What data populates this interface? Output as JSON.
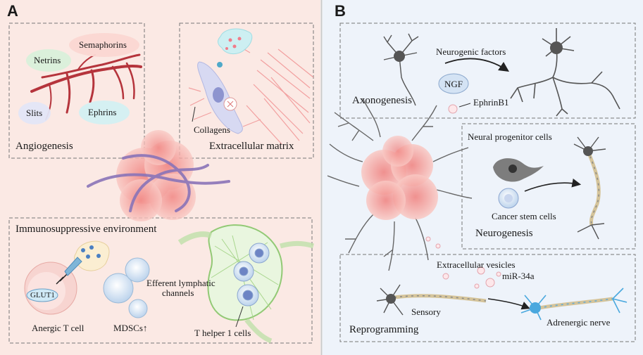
{
  "panel_a": {
    "letter": "A",
    "angiogenesis": {
      "title": "Angiogenesis",
      "netrins": "Netrins",
      "semaphorins": "Semaphorins",
      "slits": "Slits",
      "ephrins": "Ephrins"
    },
    "ecm": {
      "title": "Extracellular matrix",
      "collagens": "Collagens"
    },
    "immuno": {
      "title": "Immunosuppressive environment",
      "glut1": "GLUT1",
      "anergic": "Anergic T cell",
      "mdscs": "MDSCs",
      "mdscs_arrow": "↑",
      "efferent_line1": "Efferent lymphatic",
      "efferent_line2": "channels",
      "th1": "T helper 1 cells"
    }
  },
  "panel_b": {
    "letter": "B",
    "axonogenesis": {
      "title": "Axonogenesis",
      "factors": "Neurogenic factors",
      "ngf": "NGF",
      "ephrinb1": "EphrinB1"
    },
    "neurogenesis": {
      "progenitor": "Neural progenitor cells",
      "stem": "Cancer stem cells",
      "title": "Neurogenesis"
    },
    "reprogramming": {
      "vesicles": "Extracellular vesicles",
      "mirna": "miR-34a",
      "sensory": "Sensory",
      "title": "Reprogramming",
      "adrenergic": "Adrenergic nerve"
    }
  },
  "colors": {
    "panel_a_bg": "#fbe9e4",
    "panel_b_bg": "#eef3fa",
    "vessel": "#b5343c",
    "tumor": "#f4a8a4",
    "fiber": "#8a74b8",
    "neuron": "#555555",
    "neuron_blue": "#4aa8de"
  }
}
